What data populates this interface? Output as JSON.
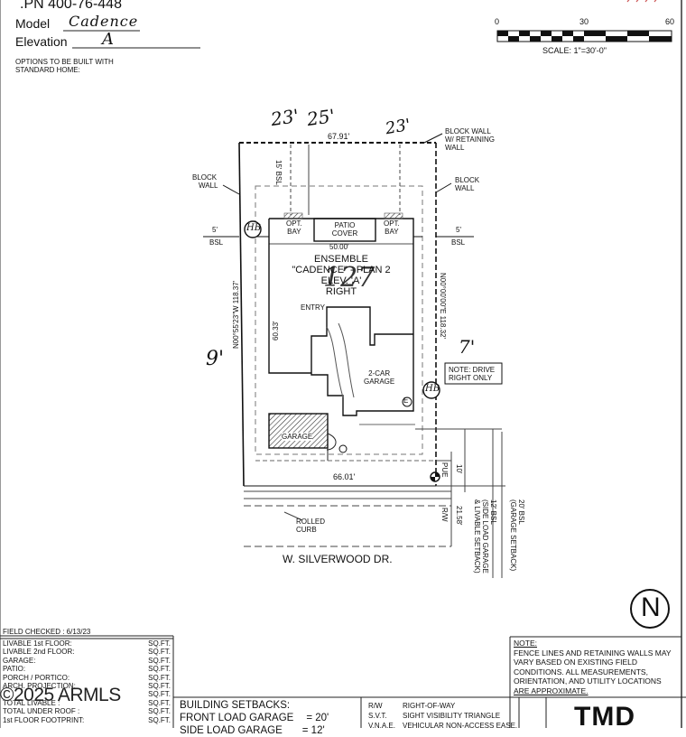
{
  "header": {
    "apn": ".PN 400-76-448",
    "model_label": "Model",
    "model_value": "Cadence",
    "elevation_label": "Elevation",
    "elevation_value": "A",
    "options_note_line1": "OPTIONS TO BE BUILT WITH",
    "options_note_line2": "STANDARD HOME:"
  },
  "scale_bar": {
    "tick_0": "0",
    "tick_30": "30",
    "tick_60": "60",
    "scale_text": "SCALE:  1\"=30'-0\""
  },
  "site_plan": {
    "handwritten_23_left": "23'",
    "handwritten_25": "25'",
    "handwritten_23_right": "23'",
    "handwritten_9": "9'",
    "handwritten_7": "7'",
    "lot_number": "127",
    "top_dimension": "67.91'",
    "bottom_dimension": "66.01'",
    "bsl_15": "15' BSL",
    "left_bsl": "5'",
    "left_bsl_label": "BSL",
    "right_bsl": "5'",
    "right_bsl_label": "BSL",
    "left_bearing": "N00°55'23\"W 118.37'",
    "right_bearing": "N00°00'00\"E 118.32'",
    "block_wall_left": [
      "BLOCK",
      "WALL"
    ],
    "block_wall_retaining": [
      "BLOCK WALL",
      "W/ RETAINING",
      "WALL"
    ],
    "block_wall_right": [
      "BLOCK",
      "WALL"
    ],
    "opt_bay_left": [
      "OPT.",
      "BAY"
    ],
    "opt_bay_right": [
      "OPT.",
      "BAY"
    ],
    "patio_cover": [
      "PATIO",
      "COVER"
    ],
    "house_width": "50.00'",
    "house_depth": "60.33'",
    "ensemble": "ENSEMBLE",
    "plan_name": "\"CADENCE\" - PLAN 2",
    "elevation_text": "ELEV. 'A'",
    "handing": "RIGHT",
    "entry": "ENTRY",
    "garage_2car": [
      "2-CAR",
      "GARAGE"
    ],
    "garage_side": "GARAGE",
    "hb_left": "HB",
    "hb_right": "HB",
    "e_marker": "E",
    "drive_note": [
      "NOTE: DRIVE",
      "RIGHT ONLY"
    ],
    "pue": "PUE",
    "pue_dim": "10'",
    "rw": "R/W",
    "rw_dim": "21.58'",
    "rolled_curb": [
      "ROLLED",
      "CURB"
    ],
    "street_name": "W. SILVERWOOD DR.",
    "side_load_setback": [
      "12' BSL",
      "(SIDE LOAD GARAGE",
      "& LIVABLE SETBACK)"
    ],
    "garage_setback": [
      "20' BSL",
      "(GARAGE SETBACK)"
    ]
  },
  "field_checked": "FIELD CHECKED : 6/13/23",
  "area_table": [
    {
      "label": "LIVABLE 1st FLOOR:",
      "unit": "SQ.FT."
    },
    {
      "label": "LIVABLE 2nd FLOOR:",
      "unit": "SQ.FT."
    },
    {
      "label": "GARAGE:",
      "unit": "SQ.FT."
    },
    {
      "label": "PATIO:",
      "unit": "SQ.FT."
    },
    {
      "label": "PORCH / PORTICO:",
      "unit": "SQ.FT."
    },
    {
      "label": "ARCH. PROJECTION:",
      "unit": "SQ.FT."
    },
    {
      "label": "",
      "unit": "SQ.FT."
    },
    {
      "label": "TOTAL LIVABLE :",
      "unit": "SQ.FT."
    },
    {
      "label": "TOTAL UNDER ROOF :",
      "unit": "SQ.FT."
    },
    {
      "label": "1st FLOOR FOOTPRINT:",
      "unit": "SQ.FT."
    }
  ],
  "watermark": "©2025 ARMLS",
  "setbacks": {
    "title": "BUILDING SETBACKS:",
    "front_label": "FRONT LOAD GARAGE",
    "front_value": "= 20'",
    "side_label": "SIDE LOAD GARAGE",
    "side_value": "= 12'"
  },
  "legend": [
    {
      "abbr": "R/W",
      "desc": "RIGHT-OF-WAY"
    },
    {
      "abbr": "S.V.T.",
      "desc": "SIGHT VISIBILITY TRIANGLE"
    },
    {
      "abbr": "V.N.A.E.",
      "desc": "VEHICULAR NON-ACCESS EASE."
    }
  ],
  "notes": {
    "title": "NOTE:",
    "lines": [
      "FENCE LINES AND RETAINING WALLS MAY",
      "VARY BASED ON EXISTING FIELD",
      "CONDITIONS.  ALL MEASUREMENTS,",
      "ORIENTATION, AND UTILITY LOCATIONS",
      "ARE APPROXIMATE."
    ]
  },
  "logo_text": "TMD",
  "north_letter": "N"
}
